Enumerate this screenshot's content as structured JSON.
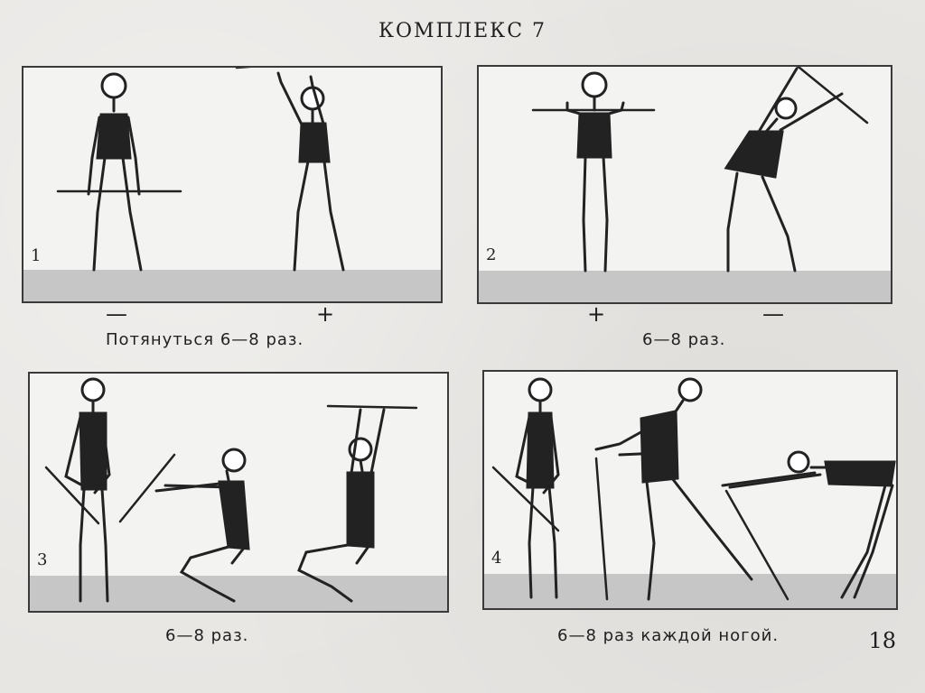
{
  "header": {
    "title": "КОМПЛЕКС 7"
  },
  "panels": [
    {
      "number": "1",
      "caption": "Потянуться   6—8 раз.",
      "signs": [
        "—",
        "+"
      ]
    },
    {
      "number": "2",
      "caption": "6—8 раз.",
      "signs": [
        "+",
        "—"
      ]
    },
    {
      "number": "3",
      "caption": "6—8 раз.",
      "signs": []
    },
    {
      "number": "4",
      "caption": "6—8 раз  каждой  ногой.",
      "signs": []
    }
  ],
  "footer": {
    "page_number": "18"
  },
  "colors": {
    "ink": "#1f1f1f",
    "panel_bg": "#f3f3f2",
    "floor": "#bdbdbd"
  }
}
